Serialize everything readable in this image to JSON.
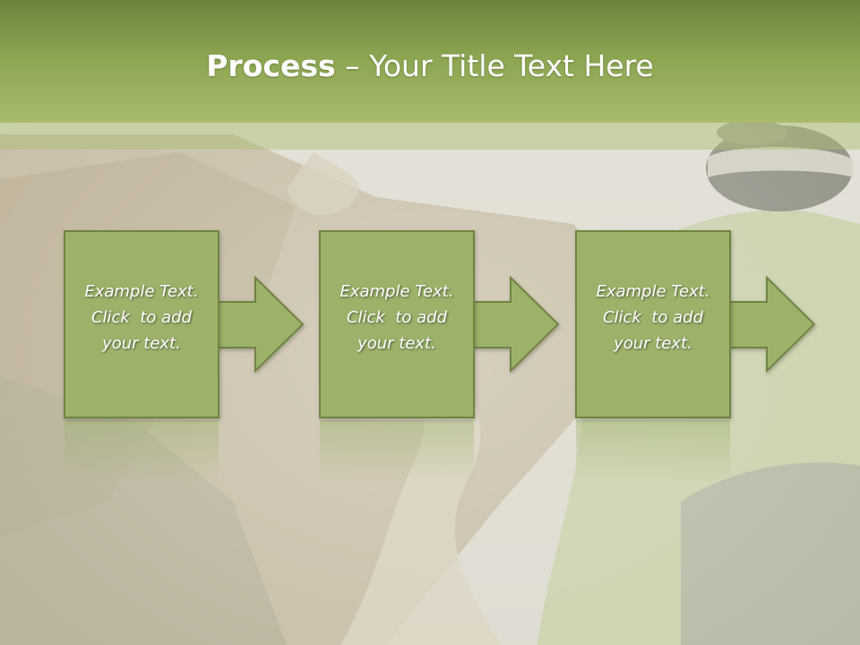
{
  "slide": {
    "title_bold": "Process",
    "title_rest": " – Your Title Text Here"
  },
  "steps": [
    {
      "line1": "Example Text.",
      "line2": "Click  to add",
      "line3": "your text."
    },
    {
      "line1": "Example Text.",
      "line2": "Click  to add",
      "line3": "your text."
    },
    {
      "line1": "Example Text.",
      "line2": "Click  to add",
      "line3": "your text."
    }
  ],
  "colors": {
    "header": "#8aa450",
    "box_fill": "#9cb26a",
    "box_border": "#6f8540",
    "text": "#ffffff"
  }
}
